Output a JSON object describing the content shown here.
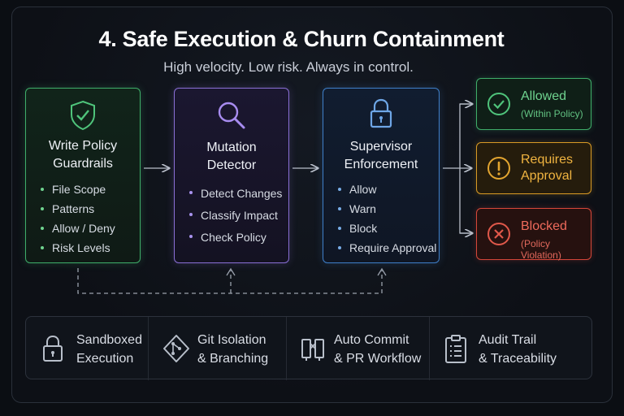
{
  "header": {
    "title": "4. Safe Execution & Churn Containment",
    "subtitle": "High velocity. Low risk. Always in control."
  },
  "stages": [
    {
      "heading": [
        "Write Policy",
        "Guardrails"
      ],
      "icon": "shield-check-icon",
      "color": "#3fae6a",
      "items": [
        "File Scope",
        "Patterns",
        "Allow / Deny",
        "Risk Levels"
      ]
    },
    {
      "heading": [
        "Mutation",
        "Detector"
      ],
      "icon": "magnifier-icon",
      "color": "#8a6fd6",
      "items": [
        "Detect Changes",
        "Classify Impact",
        "Check Policy"
      ]
    },
    {
      "heading": [
        "Supervisor",
        "Enforcement"
      ],
      "icon": "lock-icon",
      "color": "#3f7fc9",
      "items": [
        "Allow",
        "Warn",
        "Block",
        "Require Approval"
      ]
    }
  ],
  "outcomes": [
    {
      "label": "Allowed",
      "sub": "(Within Policy)",
      "icon": "check-circle-icon",
      "color": "#3fae6a"
    },
    {
      "label": [
        "Requires",
        "Approval"
      ],
      "icon": "exclamation-circle-icon",
      "color": "#d99a25"
    },
    {
      "label": "Blocked",
      "sub": "(Policy Violation)",
      "icon": "x-circle-icon",
      "color": "#d6473a"
    }
  ],
  "features": [
    {
      "line1": "Sandboxed",
      "line2": "Execution",
      "icon": "padlock-icon"
    },
    {
      "line1": "Git Isolation",
      "line2": "& Branching",
      "icon": "git-diamond-icon"
    },
    {
      "line1": "Auto Commit",
      "line2": "& PR Workflow",
      "icon": "commit-pr-icon"
    },
    {
      "line1": "Audit Trail",
      "line2": "& Traceability",
      "icon": "clipboard-list-icon"
    }
  ]
}
